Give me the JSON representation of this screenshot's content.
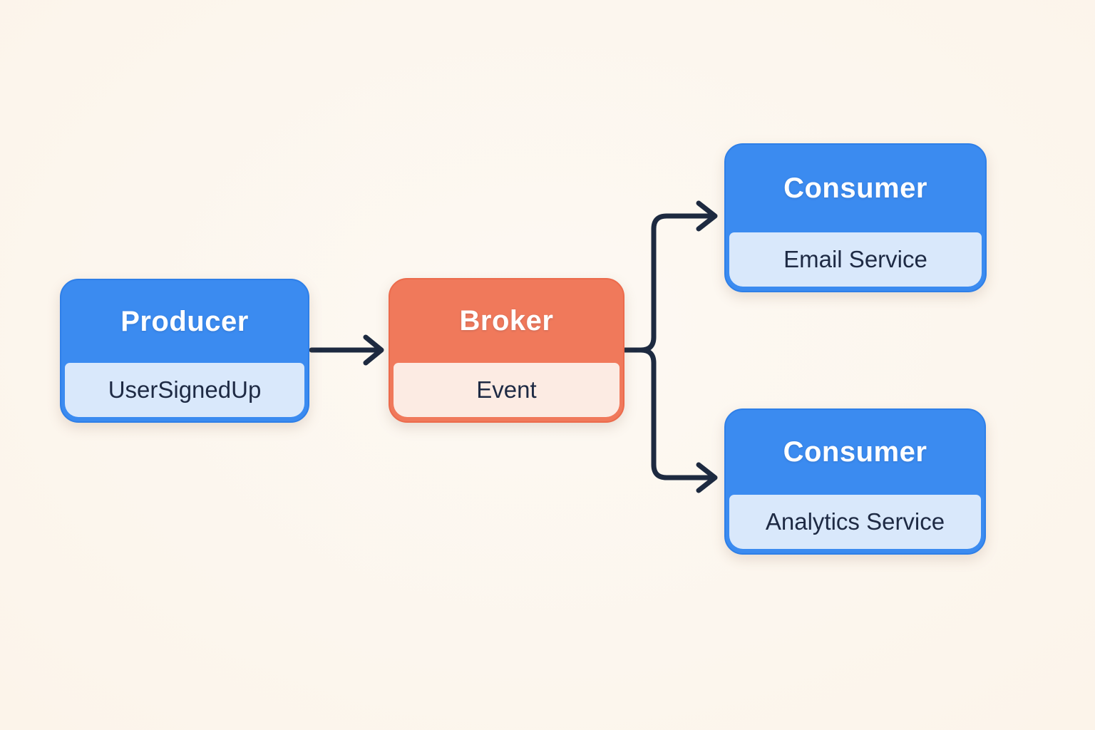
{
  "page": {
    "background": "#fdf6ef"
  },
  "diagram": {
    "arrow_color": "#1d2a40",
    "nodes": [
      {
        "id": "producer",
        "title": "Producer",
        "subtitle": "UserSignedUp",
        "header_color": "#3b8bf0",
        "body_color": "#d9e8fb",
        "border_color": "#2e7fe8",
        "title_color": "#ffffff",
        "subtitle_color": "#1e2a44"
      },
      {
        "id": "broker",
        "title": "Broker",
        "subtitle": "Event",
        "header_color": "#f0795b",
        "body_color": "#fcebe3",
        "border_color": "#ec6b4c",
        "title_color": "#ffffff",
        "subtitle_color": "#1e2a44"
      },
      {
        "id": "consumer-email",
        "title": "Consumer",
        "subtitle": "Email Service",
        "header_color": "#3b8bf0",
        "body_color": "#d9e8fb",
        "border_color": "#2e7fe8",
        "title_color": "#ffffff",
        "subtitle_color": "#1e2a44"
      },
      {
        "id": "consumer-analytics",
        "title": "Consumer",
        "subtitle": "Analytics Service",
        "header_color": "#3b8bf0",
        "body_color": "#d9e8fb",
        "border_color": "#2e7fe8",
        "title_color": "#ffffff",
        "subtitle_color": "#1e2a44"
      }
    ],
    "edges": [
      {
        "from": "producer",
        "to": "broker"
      },
      {
        "from": "broker",
        "to": "consumer-email"
      },
      {
        "from": "broker",
        "to": "consumer-analytics"
      }
    ]
  }
}
